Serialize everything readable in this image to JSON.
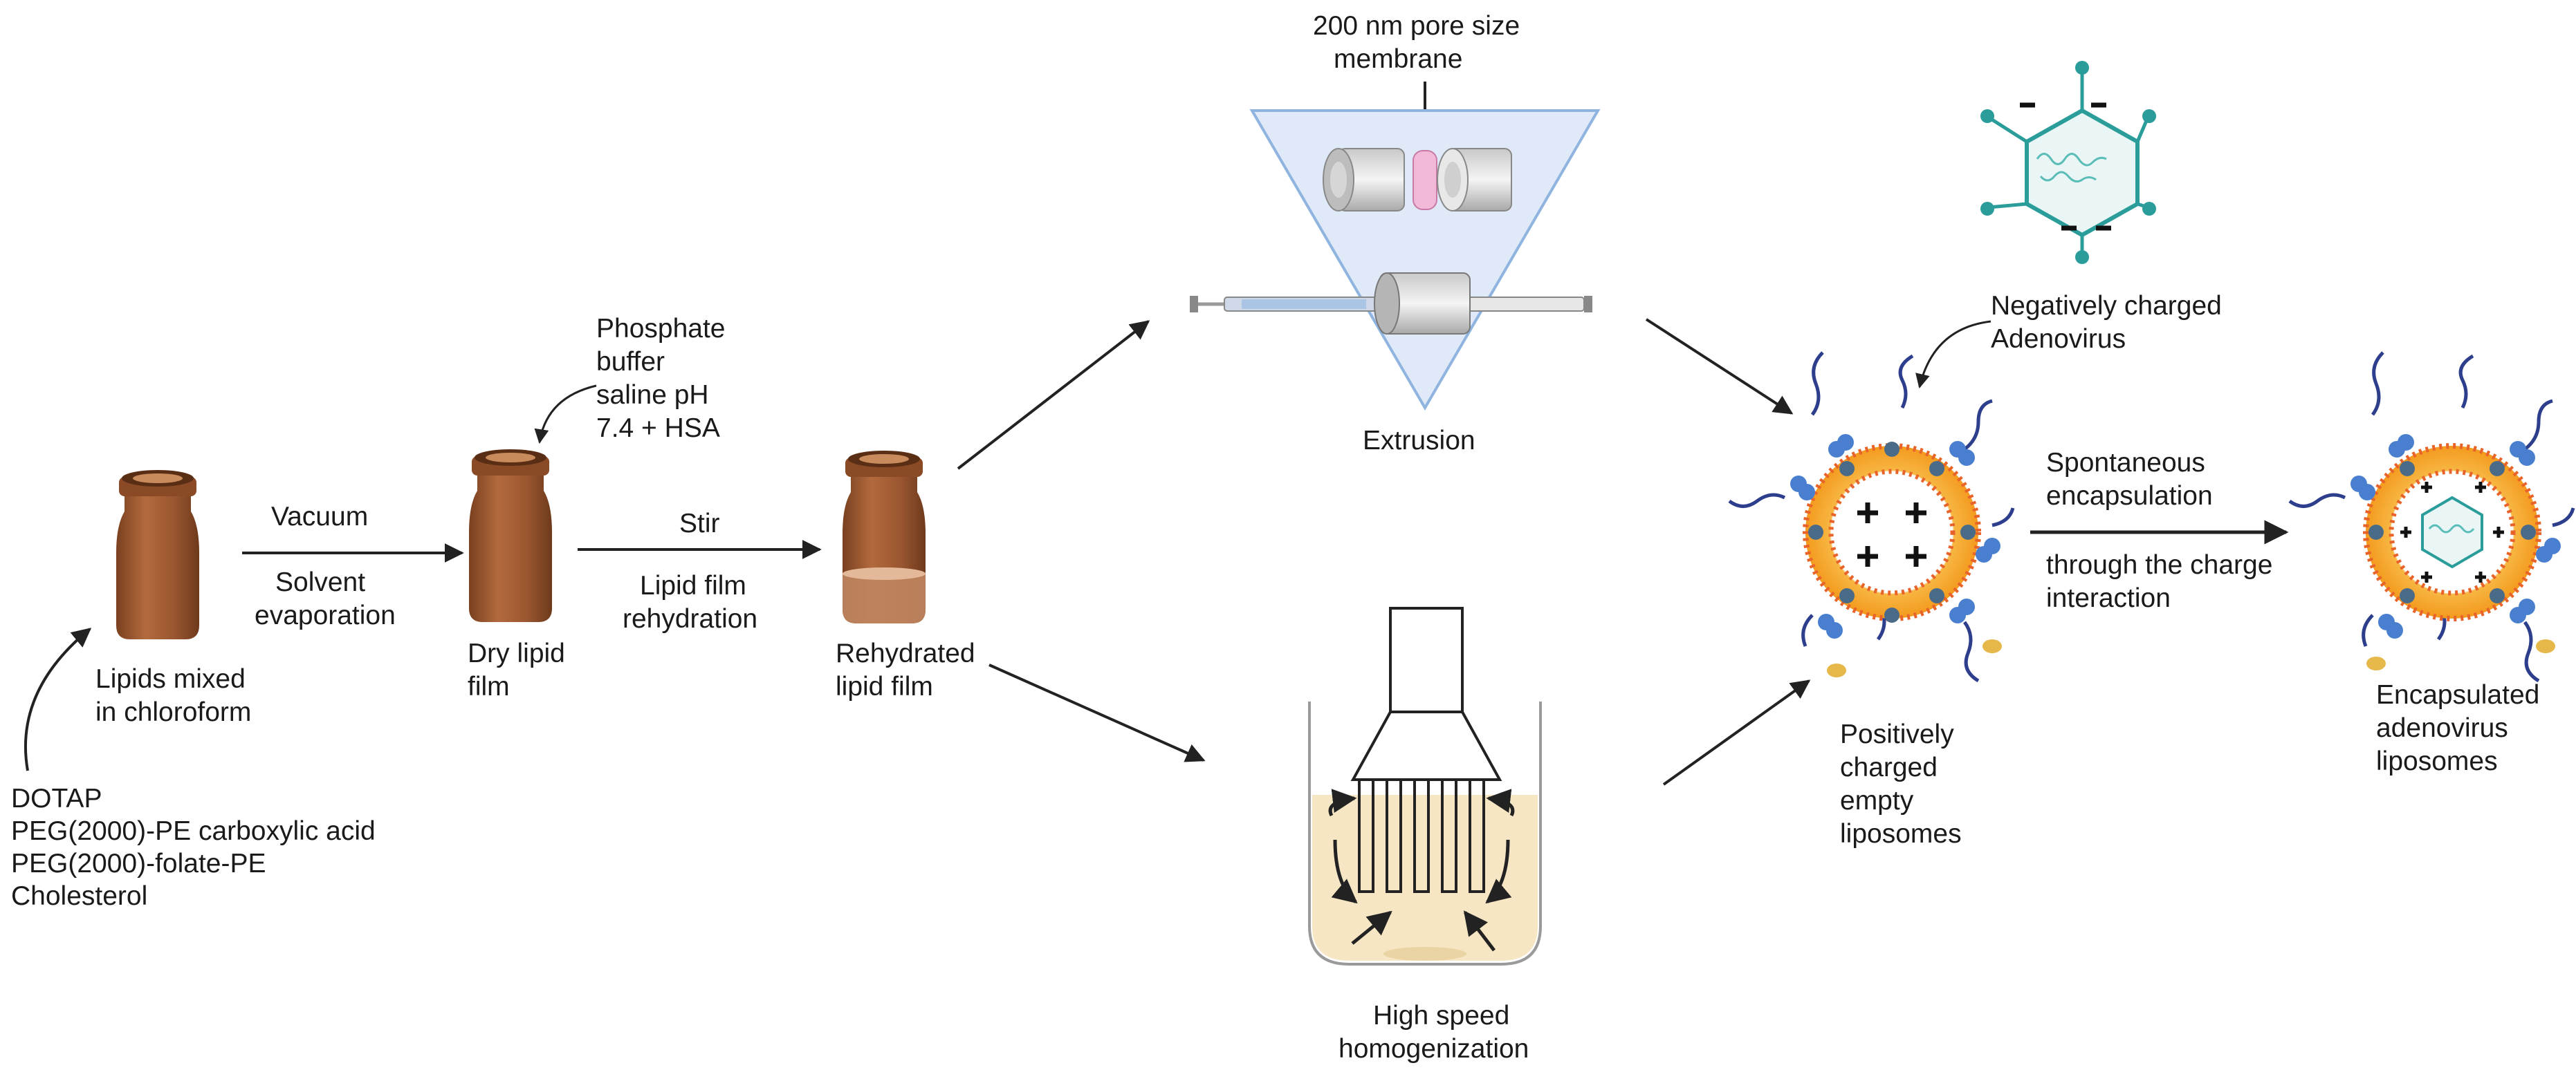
{
  "labels": {
    "lipids_list": [
      "DOTAP",
      "PEG(2000)-PE carboxylic acid",
      "PEG(2000)-folate-PE",
      "Cholesterol"
    ],
    "lipids_mixed": [
      "Lipids mixed",
      "in chloroform"
    ],
    "vacuum": "Vacuum",
    "solvent_evaporation": [
      "Solvent",
      "evaporation"
    ],
    "phosphate_buffer": [
      "Phosphate",
      "buffer",
      "saline pH",
      "7.4 + HSA"
    ],
    "dry_lipid_film": [
      "Dry lipid",
      "film"
    ],
    "stir": "Stir",
    "lipid_film_rehydration": [
      "Lipid film",
      "rehydration"
    ],
    "rehydrated_lipid_film": [
      "Rehydrated",
      "lipid film"
    ],
    "membrane": [
      "200 nm pore size",
      "membrane"
    ],
    "extrusion": "Extrusion",
    "homogenization": [
      "High speed",
      "homogenization"
    ],
    "negatively_charged_adenovirus": [
      "Negatively charged",
      "Adenovirus"
    ],
    "positively_charged_empty_liposomes": [
      "Positively",
      "charged",
      "empty",
      "liposomes"
    ],
    "spontaneous_encapsulation": [
      "Spontaneous",
      "encapsulation"
    ],
    "charge_interaction": [
      "through the charge",
      "interaction"
    ],
    "encapsulated_liposomes": [
      "Encapsulated",
      "adenovirus",
      "liposomes"
    ]
  },
  "colors": {
    "vial": "#9a5a34",
    "arrow": "#222222",
    "triangle_fill": "#dfe9f7",
    "triangle_stroke": "#8fb4df",
    "membrane": "#f2b8d8",
    "lipid_shell": "#f5a623",
    "lipid_head": "#e8632a",
    "virus": "#2a9d9a",
    "peg_chain": "#2c3e8c",
    "folate": "#e6b84a",
    "liquid": "#f7e6c4"
  }
}
